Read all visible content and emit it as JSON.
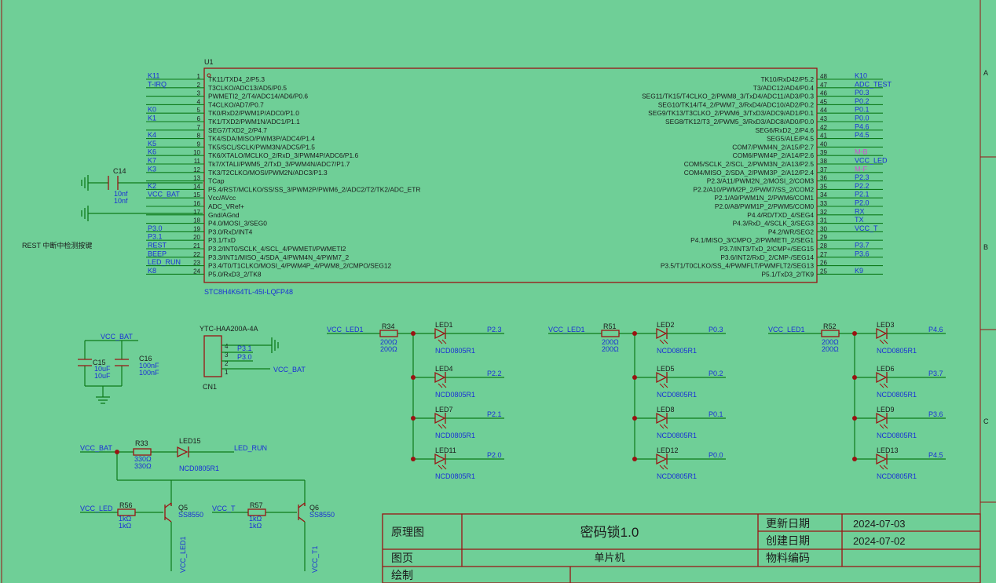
{
  "colors": {
    "background": "#6fcf97",
    "wire": "#0d7a1a",
    "part": "#9a1313",
    "net_label": "#1a2fd6",
    "text": "#1b1b1b",
    "highlight": "#d24bd2"
  },
  "border": {
    "zones": [
      "A",
      "B",
      "C"
    ]
  },
  "mcu": {
    "ref": "U1",
    "part": "STC8H4K64TL-45I-LQFP48",
    "left_pins": [
      {
        "num": "1",
        "name": "TK11/TXD4_2/P5.3",
        "net": "K11"
      },
      {
        "num": "2",
        "name": "T3CLKO/ADC13/AD5/P0.5",
        "net": "T-IRQ"
      },
      {
        "num": "3",
        "name": "PWMETI2_2/T4/ADC14/AD6/P0.6",
        "net": ""
      },
      {
        "num": "4",
        "name": "T4CLKO/AD7/P0.7",
        "net": ""
      },
      {
        "num": "5",
        "name": "TK0/RxD2/PWM1P/ADC0/P1.0",
        "net": "K0"
      },
      {
        "num": "6",
        "name": "TK1/TXD2/PWM1N/ADC1/P1.1",
        "net": "K1"
      },
      {
        "num": "7",
        "name": "SEG7/TXD2_2/P4.7",
        "net": ""
      },
      {
        "num": "8",
        "name": "TK4/SDA/MISO/PWM3P/ADC4/P1.4",
        "net": "K4"
      },
      {
        "num": "9",
        "name": "TK5/SCL/SCLK/PWM3N/ADC5/P1.5",
        "net": "K5"
      },
      {
        "num": "10",
        "name": "TK6/XTALO/MCLKO_2/RxD_3/PWM4P/ADC6/P1.6",
        "net": "K6"
      },
      {
        "num": "11",
        "name": "Tk7/XTALI/PWM5_2/TxD_3/PWM4N/ADC7/P1.7",
        "net": "K7"
      },
      {
        "num": "12",
        "name": "TK3/T2CLKO/MOSI/PWM2N/ADC3/P1.3",
        "net": "K3"
      },
      {
        "num": "13",
        "name": "TCap",
        "net": ""
      },
      {
        "num": "14",
        "name": "P5.4/RST/MCLKO/SS/SS_3/PWM2P/PWM6_2/ADC2/T2/TK2/ADC_ETR",
        "net": "K2"
      },
      {
        "num": "15",
        "name": "Vcc/AVcc",
        "net": "VCC_BAT"
      },
      {
        "num": "16",
        "name": "ADC_VRef+",
        "net": ""
      },
      {
        "num": "17",
        "name": "Gnd/AGnd",
        "net": ""
      },
      {
        "num": "18",
        "name": "P4.0/MOSI_3/SEG0",
        "net": ""
      },
      {
        "num": "19",
        "name": "P3.0/RxD/INT4",
        "net": "P3.0"
      },
      {
        "num": "20",
        "name": "P3.1/TxD",
        "net": "P3.1"
      },
      {
        "num": "21",
        "name": "P3.2/INT0/SCLK_4/SCL_4/PWMETI/PWMETI2",
        "net": "REST"
      },
      {
        "num": "22",
        "name": "P3.3/INT1/MISO_4/SDA_4/PWM4N_4/PWM7_2",
        "net": "BEEP"
      },
      {
        "num": "23",
        "name": "P3.4/T0/T1CLKO/MOSI_4/PWM4P_4/PWM8_2/CMPO/SEG12",
        "net": "LED_RUN"
      },
      {
        "num": "24",
        "name": "P5.0/RxD3_2/TK8",
        "net": "K8"
      }
    ],
    "right_pins": [
      {
        "num": "48",
        "name": "TK10/RxD42/P5.2",
        "net": "K10"
      },
      {
        "num": "47",
        "name": "T3/ADC12/AD4/P0.4",
        "net": "ADC_TEST"
      },
      {
        "num": "46",
        "name": "SEG11/TK15/T4CLKO_2/PWM8_3/TxD4/ADC11/AD3/P0.3",
        "net": "P0.3"
      },
      {
        "num": "45",
        "name": "SEG10/TK14/T4_2/PWM7_3/RxD4/ADC10/AD2/P0.2",
        "net": "P0.2"
      },
      {
        "num": "44",
        "name": "SEG9/TK13/T3CLKO_2/PWM6_3/TxD3/ADC9/AD1/P0.1",
        "net": "P0.1"
      },
      {
        "num": "43",
        "name": "SEG8/TK12/T3_2/PWM5_3/RxD3/ADC8/AD0/P0.0",
        "net": "P0.0"
      },
      {
        "num": "42",
        "name": "SEG6/RxD2_2/P4.6",
        "net": "P4.6"
      },
      {
        "num": "41",
        "name": "SEG5/ALE/P4.5",
        "net": "P4.5"
      },
      {
        "num": "40",
        "name": "COM7/PWM4N_2/A15/P2.7",
        "net": ""
      },
      {
        "num": "39",
        "name": "COM6/PWM4P_2/A14/P2.6",
        "net": "M-B"
      },
      {
        "num": "38",
        "name": "COM5/SCLK_2/SCL_2/PWM3N_2/A13/P2.5",
        "net": "VCC_LED"
      },
      {
        "num": "37",
        "name": "COM4/MISO_2/SDA_2/PWM3P_2/A12/P2.4",
        "net": "M-F"
      },
      {
        "num": "36",
        "name": "P2.3/A11/PWM2N_2/MOSI_2/COM3",
        "net": "P2.3"
      },
      {
        "num": "35",
        "name": "P2.2/A10/PWM2P_2/PWM7/SS_2/COM2",
        "net": "P2.2"
      },
      {
        "num": "34",
        "name": "P2.1/A9/PWM1N_2/PWM6/COM1",
        "net": "P2.1"
      },
      {
        "num": "33",
        "name": "P2.0/A8/PWM1P_2/PWM5/COM0",
        "net": "P2.0"
      },
      {
        "num": "32",
        "name": "P4.4/RD/TXD_4/SEG4",
        "net": "RX"
      },
      {
        "num": "31",
        "name": "P4.3/RxD_4/SCLK_3/SEG3",
        "net": "TX"
      },
      {
        "num": "30",
        "name": "P4.2/WR/SEG2",
        "net": "VCC_T"
      },
      {
        "num": "29",
        "name": "P4.1/MISO_3/CMPO_2/PWMETI_2/SEG1",
        "net": ""
      },
      {
        "num": "28",
        "name": "P3.7/INT3/TxD_2/CMP+/SEG15",
        "net": "P3.7"
      },
      {
        "num": "27",
        "name": "P3.6/INT2/RxD_2/CMP-/SEG14",
        "net": "P3.6"
      },
      {
        "num": "26",
        "name": "P3.5/T1/T0CLKO/SS_4/PWMFLT/PWMFLT2/SEG13",
        "net": ""
      },
      {
        "num": "25",
        "name": "P5.1/TxD3_2/TK9",
        "net": "K9"
      }
    ]
  },
  "c14": {
    "ref": "C14",
    "v1": "10nf",
    "v2": "10nf"
  },
  "rest_note": "REST 中断中检测按键",
  "caps": {
    "net": "VCC_BAT",
    "c15_ref": "C15",
    "c15_v1": "10uF",
    "c15_v2": "10uF",
    "c16_ref": "C16",
    "c16_v1": "100nF",
    "c16_v2": "100nF"
  },
  "connector": {
    "ref": "CN1",
    "part": "YTC-HAA200A-4A",
    "pins": [
      "4",
      "3",
      "2",
      "1"
    ],
    "net_p31": "P3.1",
    "net_p30": "P3.0",
    "net_vcc": "VCC_BAT"
  },
  "led_groups": [
    {
      "net": "VCC_LED1",
      "res": "R34",
      "rv1": "200Ω",
      "rv2": "200Ω",
      "leds": [
        {
          "ref": "LED1",
          "net": "P2.3",
          "part": "NCD0805R1"
        },
        {
          "ref": "LED4",
          "net": "P2.2",
          "part": "NCD0805R1"
        },
        {
          "ref": "LED7",
          "net": "P2.1",
          "part": "NCD0805R1"
        },
        {
          "ref": "LED11",
          "net": "P2.0",
          "part": "NCD0805R1"
        }
      ]
    },
    {
      "net": "VCC_LED1",
      "res": "R51",
      "rv1": "200Ω",
      "rv2": "200Ω",
      "leds": [
        {
          "ref": "LED2",
          "net": "P0.3",
          "part": "NCD0805R1"
        },
        {
          "ref": "LED5",
          "net": "P0.2",
          "part": "NCD0805R1"
        },
        {
          "ref": "LED8",
          "net": "P0.1",
          "part": "NCD0805R1"
        },
        {
          "ref": "LED12",
          "net": "P0.0",
          "part": "NCD0805R1"
        }
      ]
    },
    {
      "net": "VCC_LED1",
      "res": "R52",
      "rv1": "200Ω",
      "rv2": "200Ω",
      "leds": [
        {
          "ref": "LED3",
          "net": "P4.6",
          "part": "NCD0805R1"
        },
        {
          "ref": "LED6",
          "net": "P3.7",
          "part": "NCD0805R1"
        },
        {
          "ref": "LED9",
          "net": "P3.6",
          "part": "NCD0805R1"
        },
        {
          "ref": "LED13",
          "net": "P4.5",
          "part": "NCD0805R1"
        }
      ]
    }
  ],
  "run_led": {
    "net_in": "VCC_BAT",
    "res": "R33",
    "rv1": "330Ω",
    "rv2": "330Ω",
    "led": "LED15",
    "part": "NCD0805R1",
    "net_out": "LED_RUN"
  },
  "q5": {
    "net_in": "VCC_LED",
    "res": "R56",
    "rv1": "1kΩ",
    "rv2": "1kΩ",
    "ref": "Q5",
    "part": "SS8550",
    "net_out": "VCC_LED1"
  },
  "q6": {
    "net_in": "VCC_T",
    "res": "R57",
    "rv1": "1kΩ",
    "rv2": "1kΩ",
    "ref": "Q6",
    "part": "SS8550",
    "net_out": "VCC_T1"
  },
  "title_block": {
    "label_schematic": "原理图",
    "title": "密码锁1.0",
    "label_updated": "更新日期",
    "updated": "2024-07-03",
    "label_created": "创建日期",
    "created": "2024-07-02",
    "label_page": "图页",
    "page": "单片机",
    "label_material": "物料编码",
    "label_drawn": "绘制"
  }
}
